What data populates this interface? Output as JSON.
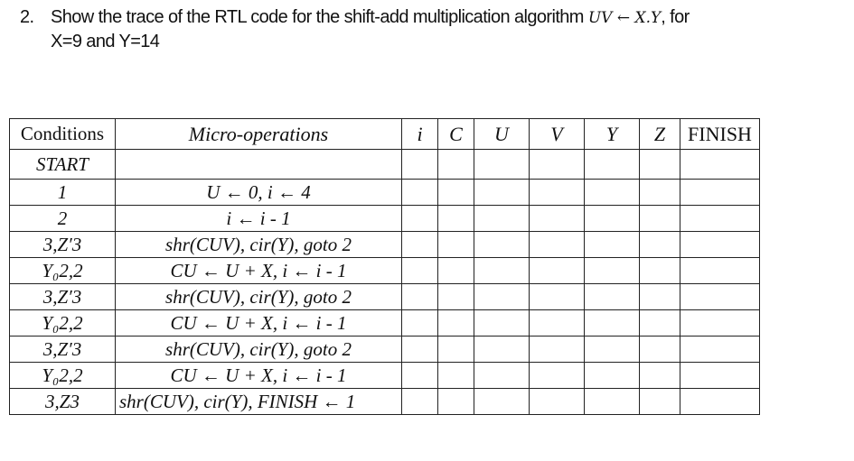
{
  "question": {
    "number": "2.",
    "line1_prefix": "Show the trace of the RTL code for the shift-add multiplication algorithm",
    "line1_math": "UV ← X.Y",
    "line1_suffix": ", for",
    "line2": "X=9 and Y=14"
  },
  "table": {
    "headers": {
      "conditions": "Conditions",
      "micro_operations": "Micro-operations",
      "registers": [
        "i",
        "C",
        "U",
        "V",
        "Y",
        "Z",
        "FINISH"
      ]
    },
    "rows": [
      {
        "condition": "START",
        "micro": ""
      },
      {
        "condition": "1",
        "micro": "U ← 0, i ← 4"
      },
      {
        "condition": "2",
        "micro": "i ← i - 1"
      },
      {
        "condition": "3,Z′3",
        "micro": "shr(CUV), cir(Y), goto 2"
      },
      {
        "condition": "Y₀2,2",
        "micro": "CU ← U + X, i ← i - 1"
      },
      {
        "condition": "3,Z′3",
        "micro": "shr(CUV), cir(Y), goto 2"
      },
      {
        "condition": "Y₀2,2",
        "micro": "CU ← U + X, i ← i - 1"
      },
      {
        "condition": "3,Z′3",
        "micro": "shr(CUV), cir(Y), goto 2"
      },
      {
        "condition": "Y₀2,2",
        "micro": "CU ← U + X, i ← i - 1"
      },
      {
        "condition": "3,Z3",
        "micro": "shr(CUV), cir(Y), FINISH ← 1"
      }
    ]
  }
}
